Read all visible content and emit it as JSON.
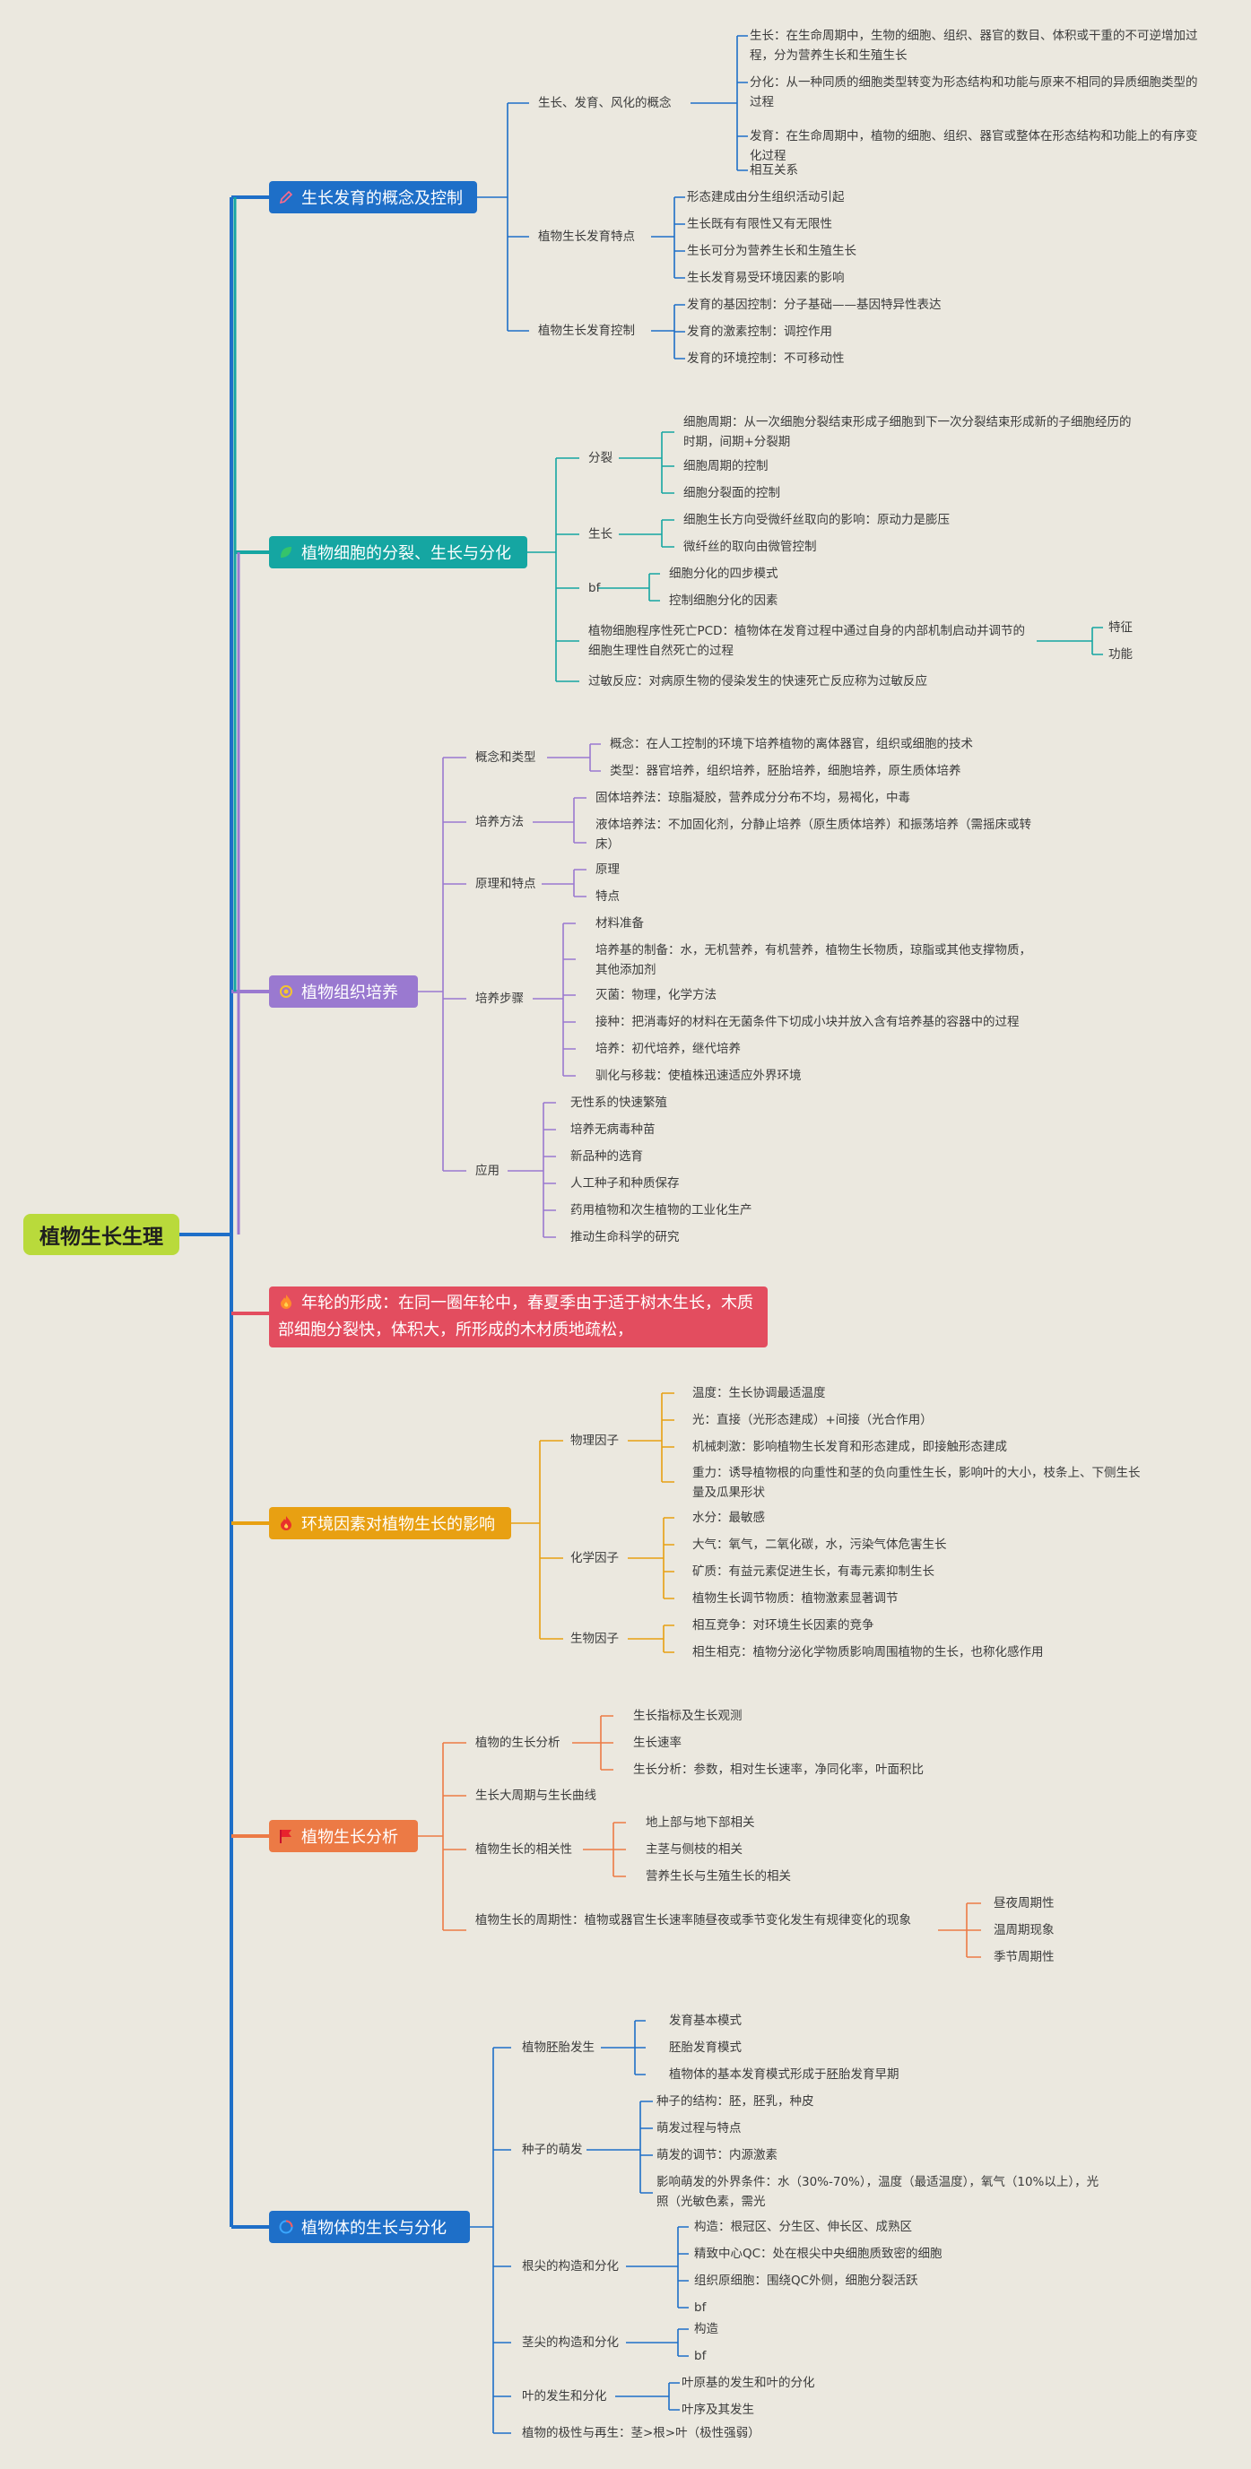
{
  "root": "植物生长生理",
  "colors": {
    "b1": "#1e6fc8",
    "b2": "#15a6a2",
    "b3": "#9a79d0",
    "b4": "#e34d5f",
    "b5": "#e8a012",
    "b6": "#ec7a45",
    "b7": "#1e6fc8",
    "trunk": "#1e6fc8",
    "root_bg": "#b9da3b"
  },
  "icons": {
    "b1": "pencil-icon",
    "b2": "leaf-icon",
    "b3": "medal-icon",
    "b4": "fire-icon",
    "b5": "fire-icon",
    "b6": "flag-icon",
    "b7": "ring-icon"
  },
  "b1": {
    "title": "生长发育的概念及控制",
    "c1": {
      "label": "生长、发育、风化的概念",
      "items": [
        "生长：在生命周期中，生物的细胞、组织、器官的数目、体积或干重的不可逆增加过程，分为营养生长和生殖生长",
        "分化：从一种同质的细胞类型转变为形态结构和功能与原来不相同的异质细胞类型的过程",
        "发育：在生命周期中，植物的细胞、组织、器官或整体在形态结构和功能上的有序变化过程",
        "相互关系"
      ]
    },
    "c2": {
      "label": "植物生长发育特点",
      "items": [
        "形态建成由分生组织活动引起",
        "生长既有有限性又有无限性",
        "生长可分为营养生长和生殖生长",
        "生长发育易受环境因素的影响"
      ]
    },
    "c3": {
      "label": "植物生长发育控制",
      "items": [
        "发育的基因控制：分子基础——基因特异性表达",
        "发育的激素控制：调控作用",
        "发育的环境控制：不可移动性"
      ]
    }
  },
  "b2": {
    "title": "植物细胞的分裂、生长与分化",
    "c1": {
      "label": "分裂",
      "items": [
        "细胞周期：从一次细胞分裂结束形成子细胞到下一次分裂结束形成新的子细胞经历的时期，间期+分裂期",
        "细胞周期的控制",
        "细胞分裂面的控制"
      ]
    },
    "c2": {
      "label": "生长",
      "items": [
        "细胞生长方向受微纤丝取向的影响：原动力是膨压",
        "微纤丝的取向由微管控制"
      ]
    },
    "c3": {
      "label": "bf",
      "items": [
        "细胞分化的四步模式",
        "控制细胞分化的因素"
      ]
    },
    "c4": {
      "label": "植物细胞程序性死亡PCD：植物体在发育过程中通过自身的内部机制启动并调节的细胞生理性自然死亡的过程",
      "items": [
        "特征",
        "功能"
      ]
    },
    "c5": {
      "label": "过敏反应：对病原生物的侵染发生的快速死亡反应称为过敏反应"
    }
  },
  "b3": {
    "title": "植物组织培养",
    "c1": {
      "label": "概念和类型",
      "items": [
        "概念：在人工控制的环境下培养植物的离体器官，组织或细胞的技术",
        "类型：器官培养，组织培养，胚胎培养，细胞培养，原生质体培养"
      ]
    },
    "c2": {
      "label": "培养方法",
      "items": [
        "固体培养法：琼脂凝胶，营养成分分布不均，易褐化，中毒",
        "液体培养法：不加固化剂，分静止培养（原生质体培养）和振荡培养（需摇床或转床）"
      ]
    },
    "c3": {
      "label": "原理和特点",
      "items": [
        "原理",
        "特点"
      ]
    },
    "c4": {
      "label": "培养步骤",
      "items": [
        "材料准备",
        "培养基的制备：水，无机营养，有机营养，植物生长物质，琼脂或其他支撑物质，其他添加剂",
        "灭菌：物理，化学方法",
        "接种：把消毒好的材料在无菌条件下切成小块并放入含有培养基的容器中的过程",
        "培养：初代培养，继代培养",
        "驯化与移栽：使植株迅速适应外界环境"
      ]
    },
    "c5": {
      "label": "应用",
      "items": [
        "无性系的快速繁殖",
        "培养无病毒种苗",
        "新品种的选育",
        "人工种子和种质保存",
        "药用植物和次生植物的工业化生产",
        "推动生命科学的研究"
      ]
    }
  },
  "b4": {
    "title": "年轮的形成：在同一圈年轮中，春夏季由于适于树木生长，木质部细胞分裂快，体积大，所形成的木材质地疏松，"
  },
  "b5": {
    "title": "环境因素对植物生长的影响",
    "c1": {
      "label": "物理因子",
      "items": [
        "温度：生长协调最适温度",
        "光：直接（光形态建成）+间接（光合作用）",
        "机械刺激：影响植物生长发育和形态建成，即接触形态建成",
        "重力：诱导植物根的向重性和茎的负向重性生长，影响叶的大小，枝条上、下侧生长量及瓜果形状"
      ]
    },
    "c2": {
      "label": "化学因子",
      "items": [
        "水分：最敏感",
        "大气：氧气，二氧化碳，水，污染气体危害生长",
        "矿质：有益元素促进生长，有毒元素抑制生长",
        "植物生长调节物质：植物激素显著调节"
      ]
    },
    "c3": {
      "label": "生物因子",
      "items": [
        "相互竞争：对环境生长因素的竞争",
        "相生相克：植物分泌化学物质影响周围植物的生长，也称化感作用"
      ]
    }
  },
  "b6": {
    "title": "植物生长分析",
    "c1": {
      "label": "植物的生长分析",
      "items": [
        "生长指标及生长观测",
        "生长速率",
        "生长分析：参数，相对生长速率，净同化率，叶面积比"
      ]
    },
    "c2": {
      "label": "生长大周期与生长曲线"
    },
    "c3": {
      "label": "植物生长的相关性",
      "items": [
        "地上部与地下部相关",
        "主茎与侧枝的相关",
        "营养生长与生殖生长的相关"
      ]
    },
    "c4": {
      "label": "植物生长的周期性：植物或器官生长速率随昼夜或季节变化发生有规律变化的现象",
      "items": [
        "昼夜周期性",
        "温周期现象",
        "季节周期性"
      ]
    }
  },
  "b7": {
    "title": "植物体的生长与分化",
    "c1": {
      "label": "植物胚胎发生",
      "items": [
        "发育基本模式",
        "胚胎发育模式",
        "植物体的基本发育模式形成于胚胎发育早期"
      ]
    },
    "c2": {
      "label": "种子的萌发",
      "items": [
        "种子的结构：胚，胚乳，种皮",
        "萌发过程与特点",
        "萌发的调节：内源激素",
        "影响萌发的外界条件：水（30%-70%），温度（最适温度），氧气（10%以上），光照（光敏色素，需光"
      ]
    },
    "c3": {
      "label": "根尖的构造和分化",
      "items": [
        "构造：根冠区、分生区、伸长区、成熟区",
        "精致中心QC：处在根尖中央细胞质致密的细胞",
        "组织原细胞：围绕QC外侧，细胞分裂活跃",
        "bf"
      ]
    },
    "c4": {
      "label": "茎尖的构造和分化",
      "items": [
        "构造",
        "bf"
      ]
    },
    "c5": {
      "label": "叶的发生和分化",
      "items": [
        "叶原基的发生和叶的分化",
        "叶序及其发生"
      ]
    },
    "c6": {
      "label": "植物的极性与再生：茎>根>叶（极性强弱）"
    }
  }
}
